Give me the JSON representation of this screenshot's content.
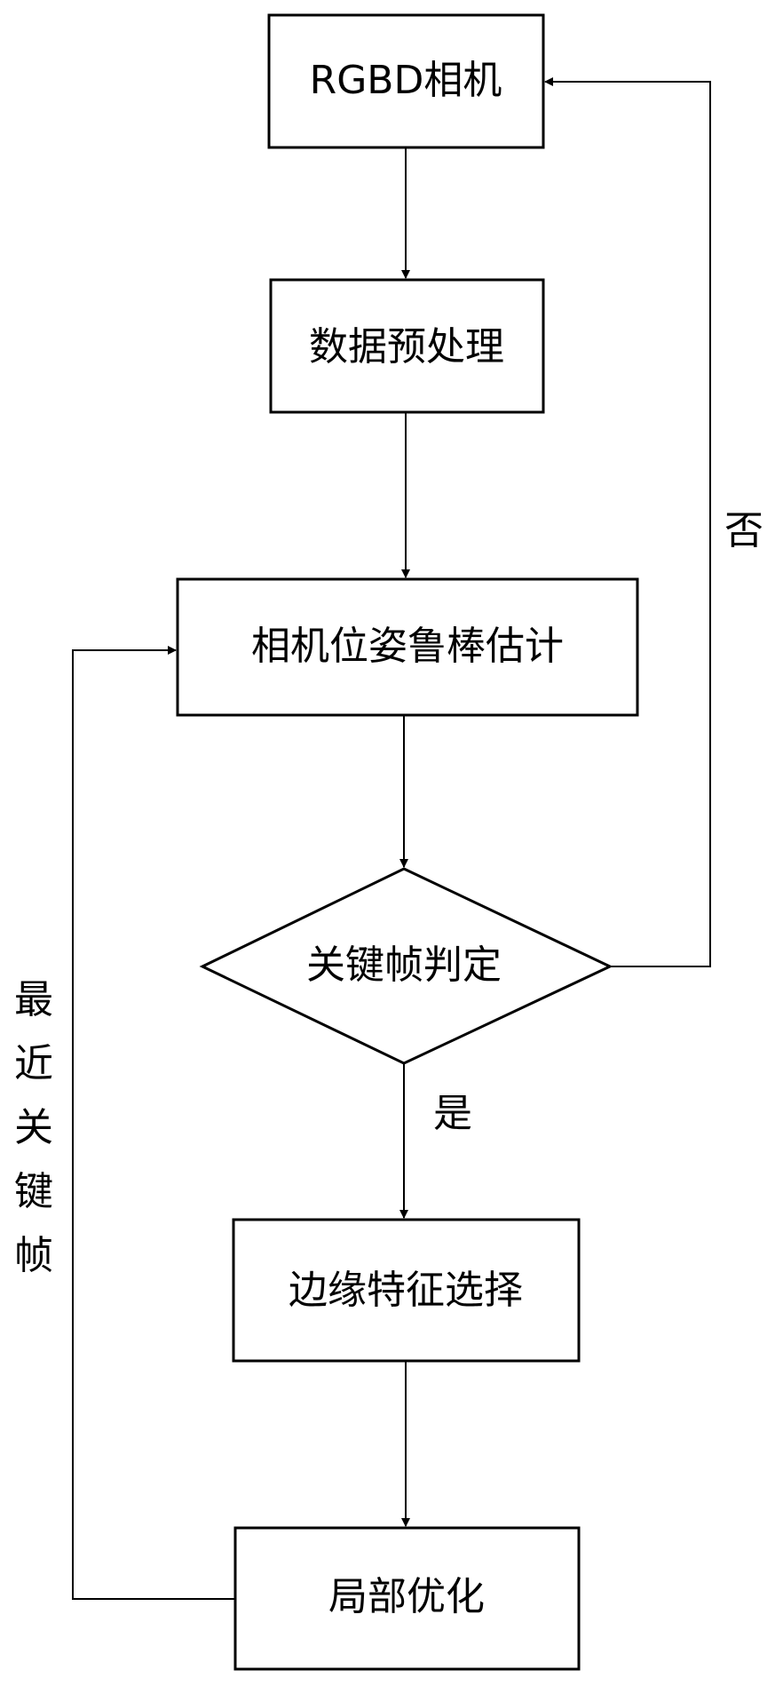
{
  "nodes": {
    "rgbd_camera": "RGBD相机",
    "preprocess": "数据预处理",
    "pose_estimation": "相机位姿鲁棒估计",
    "keyframe_decision": "关键帧判定",
    "edge_feature_selection": "边缘特征选择",
    "local_optimization": "局部优化"
  },
  "edge_labels": {
    "no": "否",
    "yes": "是",
    "recent_keyframes": [
      "最",
      "近",
      "关",
      "键",
      "帧"
    ]
  }
}
